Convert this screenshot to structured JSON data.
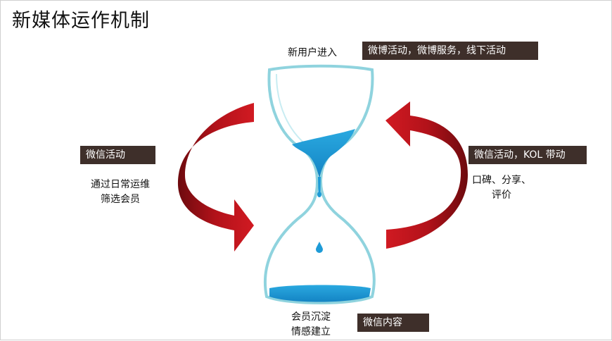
{
  "title": "新媒体运作机制",
  "top": {
    "label": "新用户进入",
    "tag": "微博活动，微博服务，线下活动"
  },
  "left": {
    "tag": "微信活动",
    "lines": [
      "通过日常运维",
      "筛选会员"
    ]
  },
  "right": {
    "tag": "微信活动，KOL 带动",
    "lines": [
      "口碑、分享、",
      "评价"
    ]
  },
  "bottom": {
    "lines": [
      "会员沉淀",
      "情感建立"
    ],
    "tag": "微信内容"
  },
  "colors": {
    "arrow_red": "#b3121a",
    "arrow_dark": "#6d0a0e",
    "water": "#1e9bd7",
    "glass": "#8fd3de",
    "tag_bg": "#3e2f2a"
  }
}
